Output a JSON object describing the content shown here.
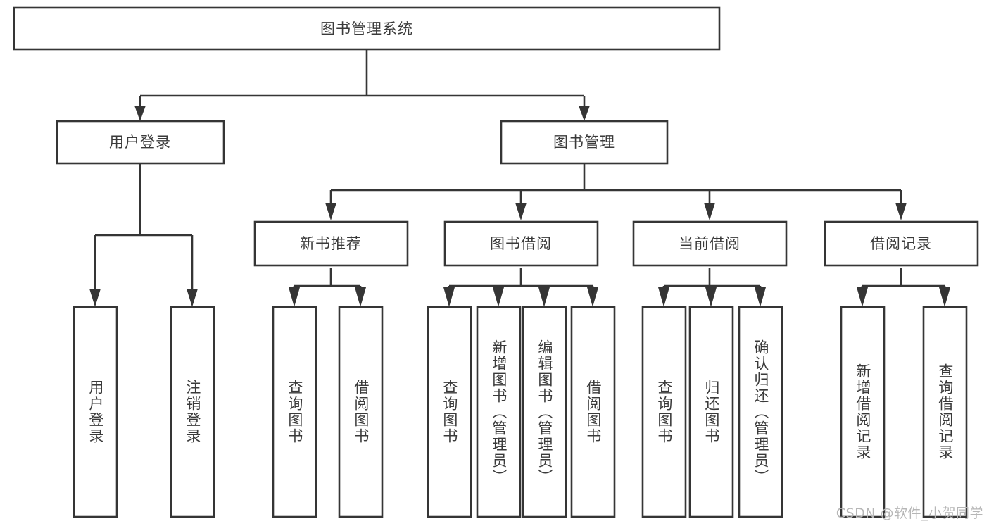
{
  "diagram": {
    "type": "tree",
    "title": "图书管理系统",
    "orientation": "top-down",
    "levels": 4
  },
  "root": {
    "label": "图书管理系统"
  },
  "level2": [
    {
      "label": "用户登录"
    },
    {
      "label": "图书管理"
    }
  ],
  "level3": [
    {
      "label": "新书推荐"
    },
    {
      "label": "图书借阅"
    },
    {
      "label": "当前借阅"
    },
    {
      "label": "借阅记录"
    }
  ],
  "leaves": {
    "user_login": [
      {
        "label": "用户登录"
      },
      {
        "label": "注销登录"
      }
    ],
    "new_book": [
      {
        "label": "查询图书"
      },
      {
        "label": "借阅图书"
      }
    ],
    "book_borrow": [
      {
        "label": "查询图书"
      },
      {
        "label": "新增图书（管理员）"
      },
      {
        "label": "编辑图书（管理员）"
      },
      {
        "label": "借阅图书"
      }
    ],
    "current_borrow": [
      {
        "label": "查询图书"
      },
      {
        "label": "归还图书"
      },
      {
        "label": "确认归还（管理员）"
      }
    ],
    "borrow_record": [
      {
        "label": "新增借阅记录"
      },
      {
        "label": "查询借阅记录"
      }
    ]
  },
  "watermark": {
    "text": "CSDN @软件_小贺同学"
  },
  "colors": {
    "background": "#ffffff",
    "box_fill": "#ffffff",
    "box_stroke": "#353535",
    "connector": "#353535",
    "text": "#3a3a3a",
    "watermark": "#b6b6b6"
  }
}
